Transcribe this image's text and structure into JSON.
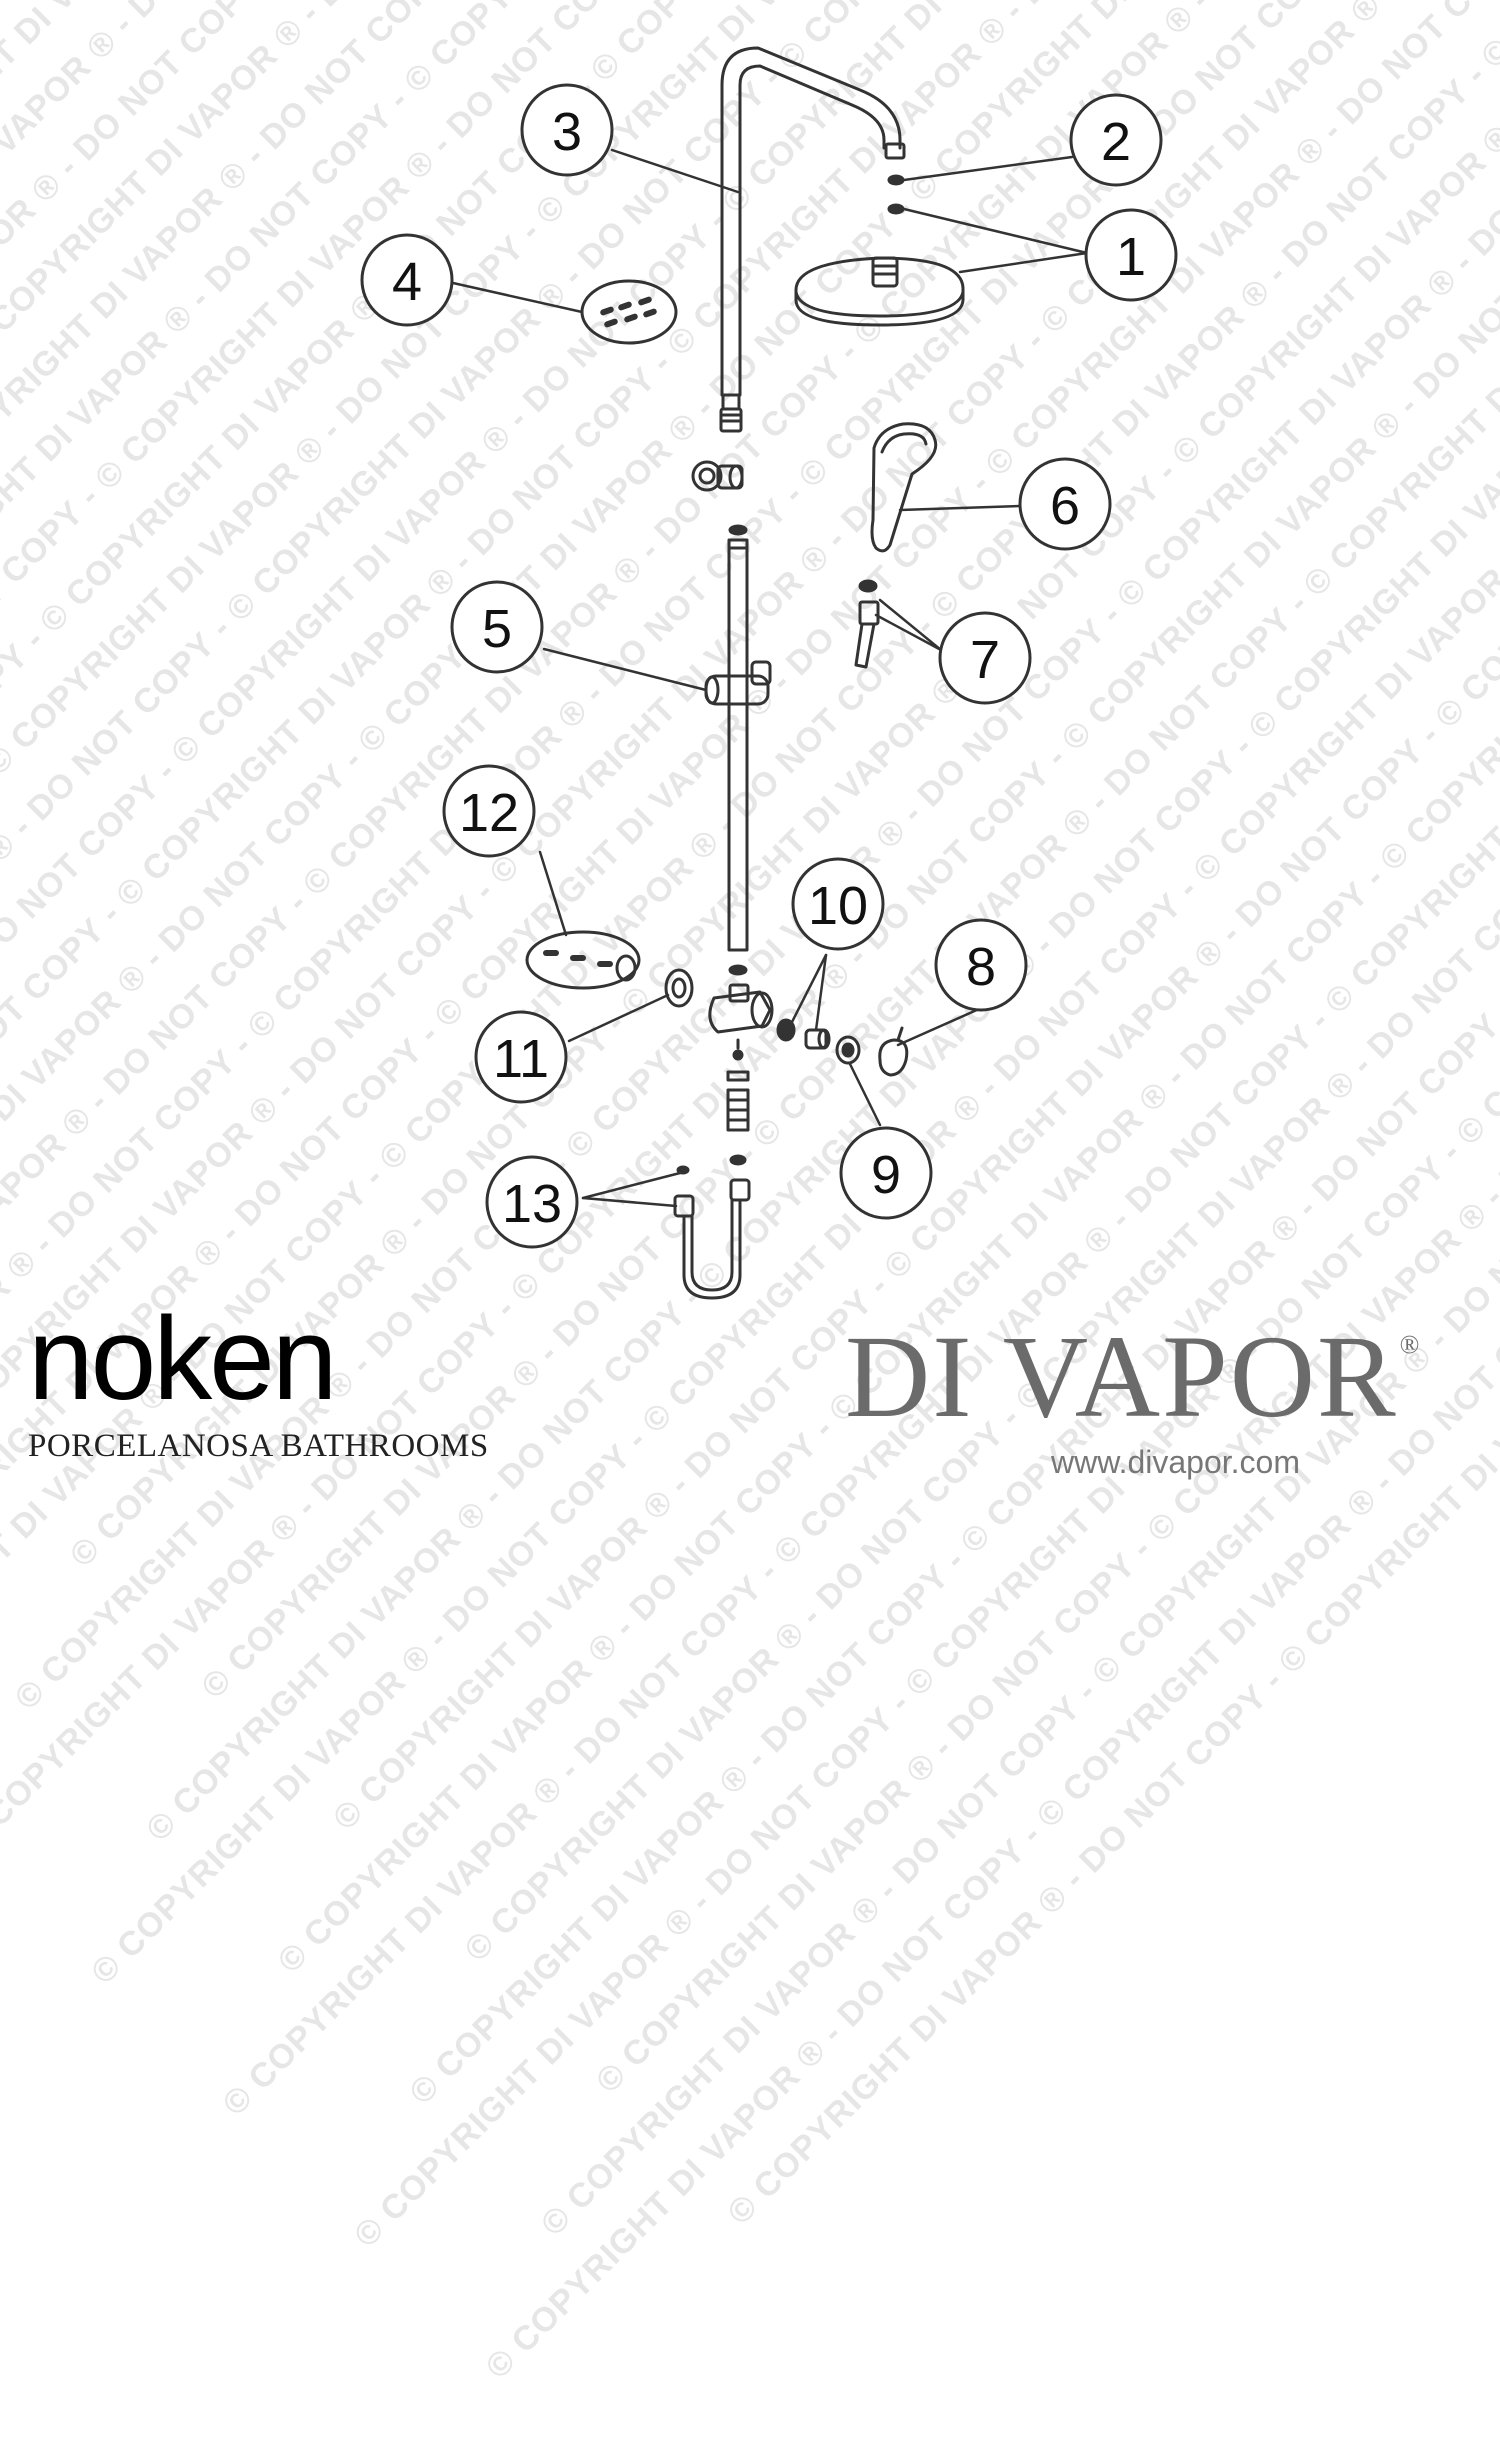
{
  "watermark": {
    "text": "© COPYRIGHT DI VAPOR ® - DO NOT COPY - "
  },
  "callouts": [
    {
      "id": "1",
      "label": "1"
    },
    {
      "id": "2",
      "label": "2"
    },
    {
      "id": "3",
      "label": "3"
    },
    {
      "id": "4",
      "label": "4"
    },
    {
      "id": "5",
      "label": "5"
    },
    {
      "id": "6",
      "label": "6"
    },
    {
      "id": "7",
      "label": "7"
    },
    {
      "id": "8",
      "label": "8"
    },
    {
      "id": "9",
      "label": "9"
    },
    {
      "id": "10",
      "label": "10"
    },
    {
      "id": "11",
      "label": "11"
    },
    {
      "id": "12",
      "label": "12"
    },
    {
      "id": "13",
      "label": "13"
    }
  ],
  "brand_left": {
    "name": "noken",
    "tagline": "PORCELANOSA BATHROOMS"
  },
  "brand_right": {
    "name": "DI VAPOR",
    "registered": "®",
    "url": "www.divapor.com"
  },
  "colors": {
    "line": "#333333",
    "watermark": "#e6e6e6",
    "di_vapor": "#6b6b6b"
  }
}
